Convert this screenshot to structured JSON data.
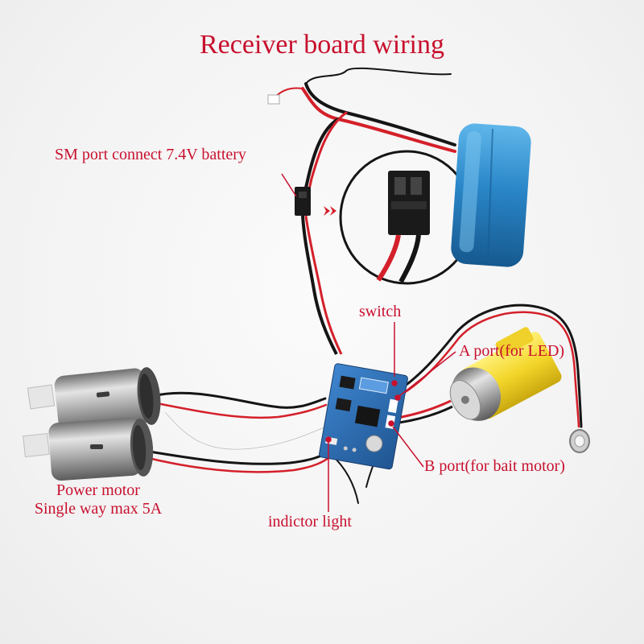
{
  "title": "Receiver board wiring",
  "labels": {
    "sm_port": "SM port connect 7.4V battery",
    "switch": "switch",
    "a_port": "A port(for LED)",
    "b_port": "B port(for bait motor)",
    "power_motor_line1": "Power motor",
    "power_motor_line2": "Single way max 5A",
    "indicator_light": "indictor light"
  },
  "colors": {
    "label": "#c8102e",
    "pcb": "#2f6fb8",
    "battery": "#2a86c8",
    "gear_motor": "#f3d62a",
    "wire_red": "#d4202a",
    "wire_black": "#151515",
    "wire_white": "#f4f4f4"
  }
}
